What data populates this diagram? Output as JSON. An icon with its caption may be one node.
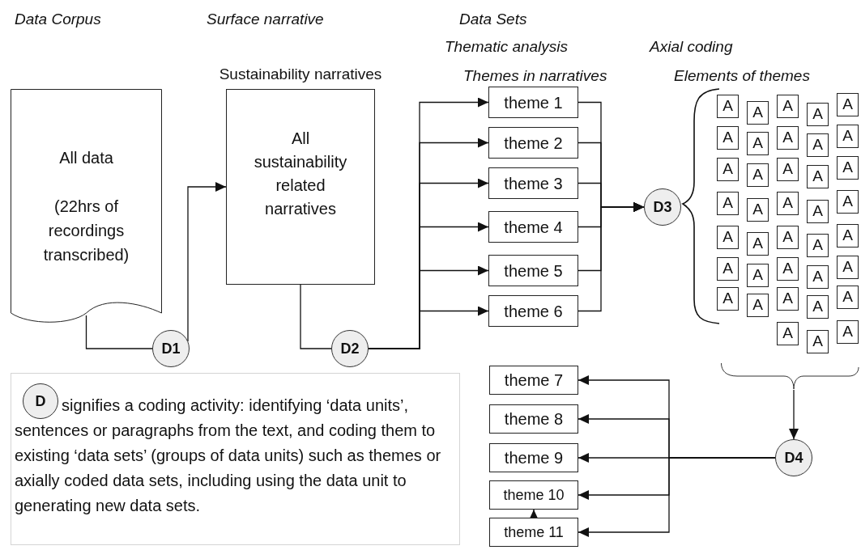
{
  "diagram": {
    "nodes": [
      {
        "text": [
          "All data",
          "(22hrs of recordings transcribed)"
        ]
      },
      {
        "text": [
          "Sustainability narratives",
          "All sustainability related narratives"
        ]
      },
      {
        "text": [
          "D1"
        ]
      },
      {
        "text": [
          "D2"
        ]
      },
      {
        "text": [
          "theme 1"
        ]
      },
      {
        "text": [
          "theme 2"
        ]
      },
      {
        "text": [
          "theme 3"
        ]
      },
      {
        "text": [
          "theme 4"
        ]
      },
      {
        "text": [
          "theme 5"
        ]
      },
      {
        "text": [
          "theme 6"
        ]
      },
      {
        "text": [
          "D3"
        ]
      },
      {
        "text": [
          "A"
        ]
      },
      {
        "text": [
          "A"
        ]
      },
      {
        "text": [
          "A"
        ]
      },
      {
        "text": [
          "A"
        ]
      },
      {
        "text": [
          "A"
        ]
      },
      {
        "text": [
          "A"
        ]
      },
      {
        "text": [
          "A"
        ]
      },
      {
        "text": [
          "A"
        ]
      },
      {
        "text": [
          "A"
        ]
      },
      {
        "text": [
          "A"
        ]
      },
      {
        "text": [
          "A"
        ]
      },
      {
        "text": [
          "A"
        ]
      },
      {
        "text": [
          "A"
        ]
      },
      {
        "text": [
          "A"
        ]
      },
      {
        "text": [
          "A"
        ]
      },
      {
        "text": [
          "A"
        ]
      },
      {
        "text": [
          "A"
        ]
      },
      {
        "text": [
          "A"
        ]
      },
      {
        "text": [
          "A"
        ]
      },
      {
        "text": [
          "A"
        ]
      },
      {
        "text": [
          "A"
        ]
      },
      {
        "text": [
          "A"
        ]
      },
      {
        "text": [
          "A"
        ]
      },
      {
        "text": [
          "A"
        ]
      },
      {
        "text": [
          "A"
        ]
      },
      {
        "text": [
          "A"
        ]
      },
      {
        "text": [
          "A"
        ]
      },
      {
        "text": [
          "A"
        ]
      },
      {
        "text": [
          "A"
        ]
      },
      {
        "text": [
          "A"
        ]
      },
      {
        "text": [
          "A"
        ]
      },
      {
        "text": [
          "A"
        ]
      },
      {
        "text": [
          "A"
        ]
      },
      {
        "text": [
          "A"
        ]
      },
      {
        "text": [
          "A"
        ]
      },
      {
        "text": [
          "A"
        ]
      },
      {
        "text": [
          "A"
        ]
      },
      {
        "text": [
          "A"
        ]
      },
      {
        "text": [
          "D4"
        ]
      },
      {
        "text": [
          "theme 7"
        ]
      },
      {
        "text": [
          "theme 8"
        ]
      },
      {
        "text": [
          "theme 9"
        ]
      },
      {
        "text": [
          "theme 10"
        ]
      },
      {
        "text": [
          "theme 11"
        ]
      },
      {
        "text": [
          "signifies a coding activity: identifying ‘data units’, sentences or paragraphs from the text, and coding them to existing ‘data sets’ (groups of data units) such as themes or axially coded data sets, including using the data unit to generating new data sets."
        ]
      },
      {
        "text": [
          "D"
        ],
        "in": 55
      },
      {
        "text": [],
        "shape": "brace"
      }
    ],
    "edges": [
      {
        "from": 0,
        "to": 2,
        "arrow": "none"
      },
      {
        "from": 2,
        "to": 1,
        "arrow": "to"
      },
      {
        "from": 1,
        "to": 3,
        "arrow": "none"
      },
      {
        "from": 3,
        "to": 4,
        "arrow": "to"
      },
      {
        "from": 3,
        "to": 5,
        "arrow": "to"
      },
      {
        "from": 3,
        "to": 6,
        "arrow": "to"
      },
      {
        "from": 3,
        "to": 7,
        "arrow": "to"
      },
      {
        "from": 3,
        "to": 8,
        "arrow": "to"
      },
      {
        "from": 3,
        "to": 9,
        "arrow": "to"
      },
      {
        "from": 4,
        "to": 10,
        "arrow": "to"
      },
      {
        "from": 5,
        "to": 10,
        "arrow": "to"
      },
      {
        "from": 6,
        "to": 10,
        "arrow": "to"
      },
      {
        "from": 7,
        "to": 10,
        "arrow": "to"
      },
      {
        "from": 8,
        "to": 10,
        "arrow": "to"
      },
      {
        "from": 9,
        "to": 10,
        "arrow": "to"
      },
      {
        "from": 49,
        "to": 50,
        "arrow": "to"
      },
      {
        "from": 49,
        "to": 51,
        "arrow": "to"
      },
      {
        "from": 49,
        "to": 52,
        "arrow": "to"
      },
      {
        "from": 49,
        "to": 53,
        "arrow": "to"
      },
      {
        "from": 49,
        "to": 54,
        "arrow": "to"
      },
      {
        "from": 54,
        "to": 53,
        "arrow": "to"
      },
      {
        "from": 57,
        "to": 49,
        "arrow": "to"
      }
    ],
    "labels": [
      "Data Corpus",
      "Surface narrative",
      "Data Sets",
      "Thematic analysis",
      "Axial coding",
      "Themes in narratives",
      "Elements of themes"
    ]
  }
}
